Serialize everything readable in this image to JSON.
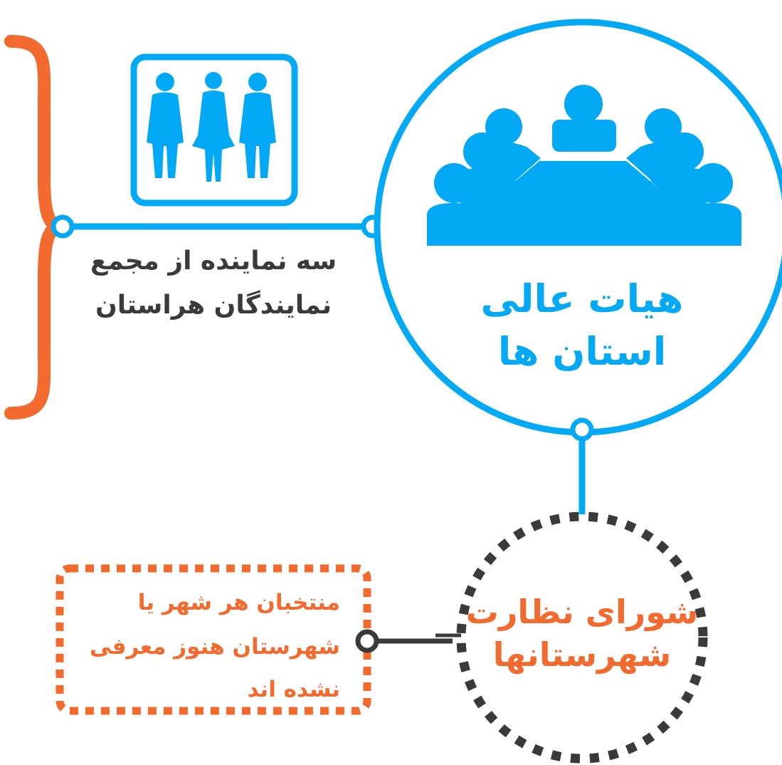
{
  "colors": {
    "blue": "#03a9f4",
    "orange": "#f26a2e",
    "dark": "#3a3a3a",
    "text_dark": "#3a3a3a",
    "background": "#ffffff"
  },
  "icons": {
    "people": "three-people-silhouette-icon",
    "meeting": "meeting-table-people-icon",
    "brace": "curly-brace-icon"
  },
  "main_node": {
    "line1": "هیات عالی",
    "line2": "استان ها"
  },
  "representatives": {
    "line1": "سه نماینده از مجمع",
    "line2": "نمایندگان هراستان"
  },
  "sub_node": {
    "line1": "شورای نظارت",
    "line2": "شهرستانها"
  },
  "note": {
    "line1": "منتخبان هر شهر یا",
    "line2": "شهرستان هنوز معرفی",
    "line3": "نشده اند"
  }
}
